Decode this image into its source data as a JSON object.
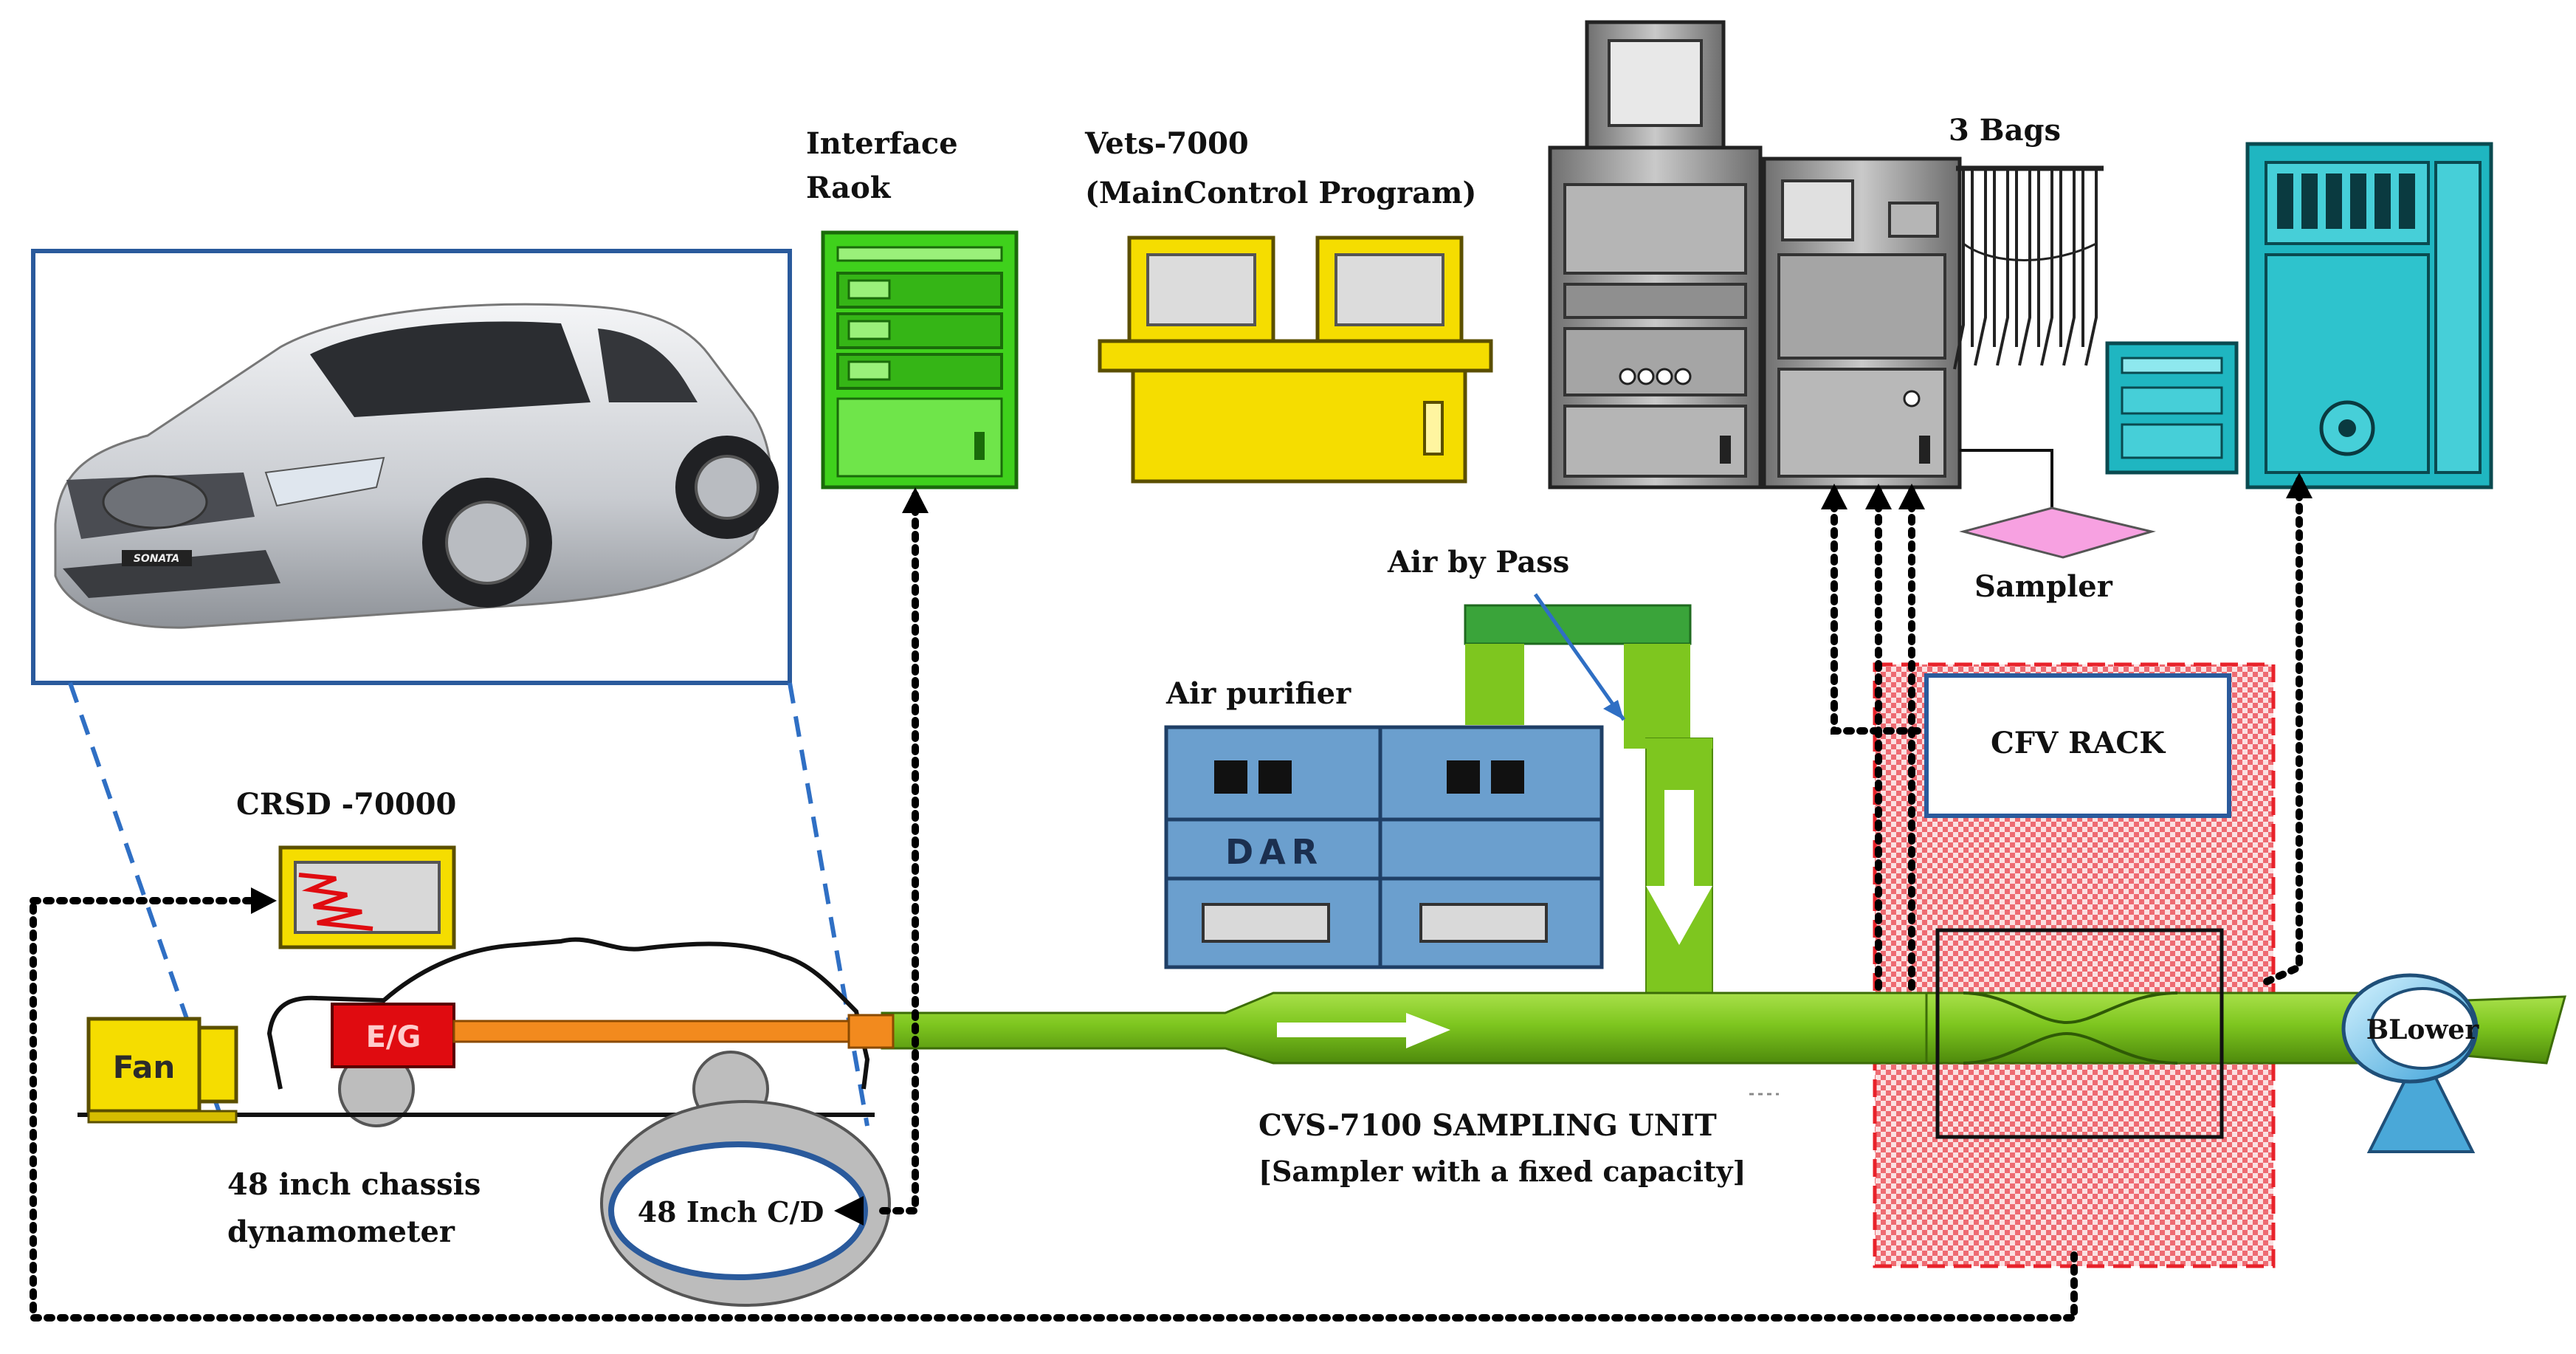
{
  "labels": {
    "interface_rack_line1": "Interface",
    "interface_rack_line2": "Raok",
    "vets_line1": "Vets-7000",
    "vets_line2": "(MainControl Program)",
    "three_bags": "3 Bags",
    "sampler": "Sampler",
    "air_by_pass": "Air by Pass",
    "air_purifier": "Air purifier",
    "dar": "DAR",
    "cfv_rack": "CFV RACK",
    "crsd": "CRSD -70000",
    "fan": "Fan",
    "engine": "E/G",
    "chassis_line1": "48 inch chassis",
    "chassis_line2": "dynamometer",
    "cd": "48 Inch C/D",
    "cvs_line1": "CVS-7100  SAMPLING  UNIT",
    "cvs_line2": "[Sampler with a fixed capacity]",
    "blower": "BLower",
    "car_badge": "SONATA"
  },
  "colors": {
    "frame_blue": "#2a5a9c",
    "dash_blue": "#2f6fc4",
    "pipe_green": "#7ec61f",
    "pipe_dark": "#4e8a0c",
    "rack_green": "#3fd11c",
    "yellow": "#f5dd00",
    "purifier_blue": "#6b9fce",
    "teal": "#1fb6c1",
    "cfv_red": "#e8222a",
    "engine_red": "#e00b10",
    "sampler_pink": "#f7a1e1",
    "gray_cabinet": "#9a9a9a"
  }
}
